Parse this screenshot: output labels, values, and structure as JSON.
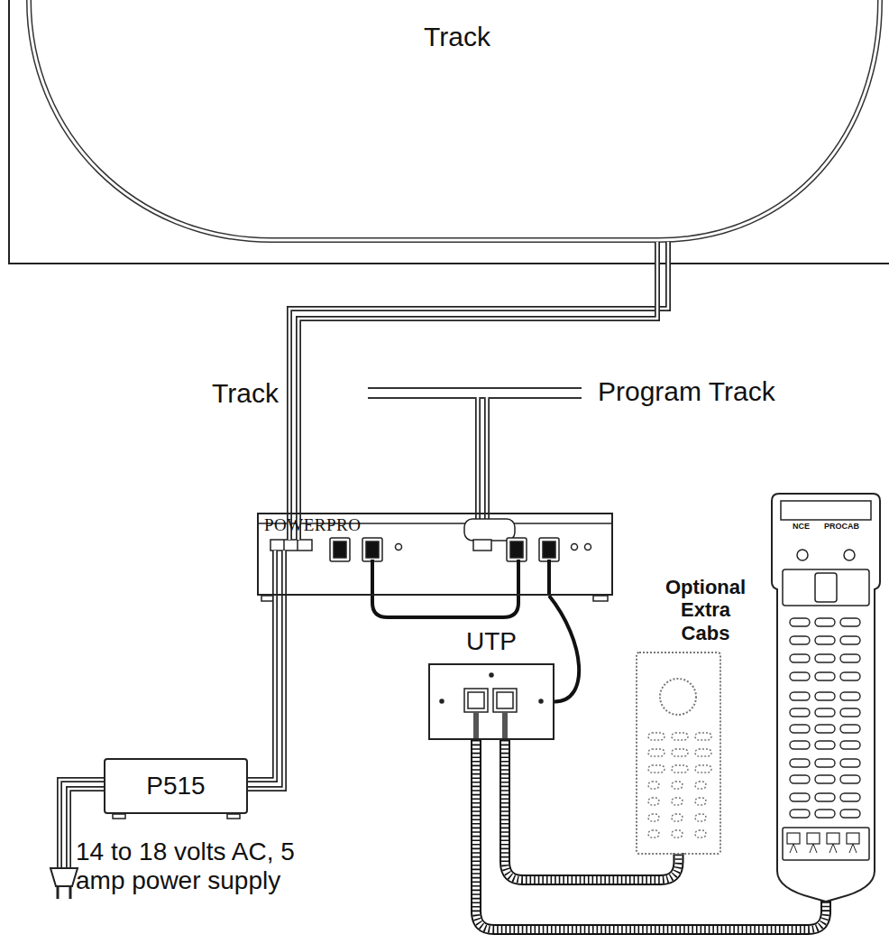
{
  "diagram": {
    "nodes": [
      {
        "text": [
          "Track"
        ]
      },
      {
        "text": [
          "POWERPRO"
        ]
      },
      {
        "text": [
          "P515"
        ]
      },
      {
        "text": [
          "UTP"
        ]
      },
      {
        "text": [
          "Optional Extra Cabs"
        ]
      },
      {
        "text": [
          "NCE",
          "PROCAB"
        ]
      }
    ],
    "edges": [
      {
        "from": 1,
        "to": 0,
        "arrow": "none",
        "label": "Track"
      },
      {
        "from": 2,
        "to": 1,
        "arrow": "none"
      },
      {
        "from": 1,
        "to": 3,
        "arrow": "none"
      },
      {
        "from": 3,
        "to": 4,
        "arrow": "none"
      },
      {
        "from": 3,
        "to": 5,
        "arrow": "none"
      }
    ],
    "labels": [
      "Program Track",
      "14 to 18 volts AC, 5 amp power supply"
    ]
  }
}
